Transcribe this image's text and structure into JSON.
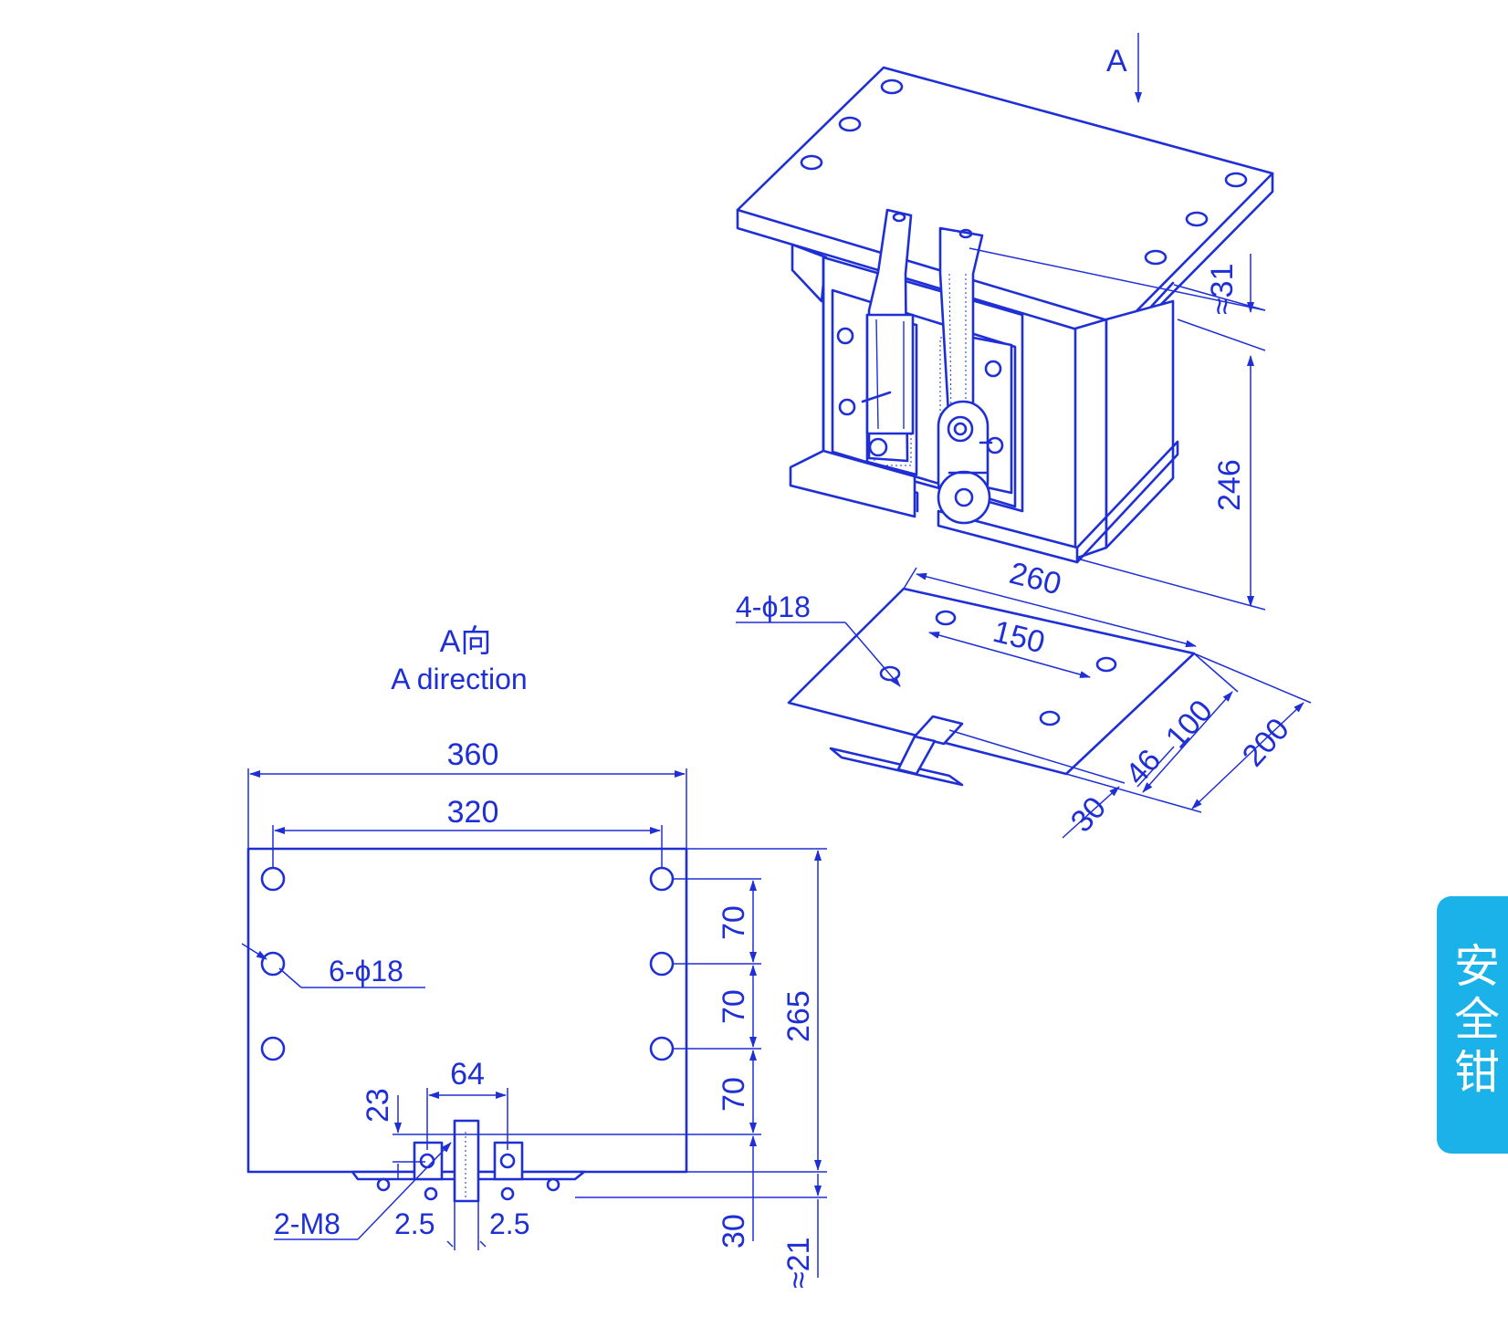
{
  "side_tab": {
    "label": "安全钳",
    "color": "#1ab2e8"
  },
  "colors": {
    "line": "#1f2fd6",
    "background": "#ffffff"
  },
  "view_title": {
    "cn": "A向",
    "en": "A direction"
  },
  "iso_view": {
    "arrow_label": "A",
    "dims": {
      "d31": "≈31",
      "d246": "246",
      "d260": "260",
      "d150": "150",
      "holes": "4-ϕ18",
      "d100": "100",
      "d200": "200",
      "d46": "46",
      "d30": "30"
    }
  },
  "front_view": {
    "dims": {
      "d360": "360",
      "d320": "320",
      "holes": "6-ϕ18",
      "d70a": "70",
      "d70b": "70",
      "d70c": "70",
      "d265": "265",
      "d64": "64",
      "d23": "23",
      "m8": "2-M8",
      "d25a": "2.5",
      "d25b": "2.5",
      "d30": "30",
      "d21": "≈21"
    }
  }
}
